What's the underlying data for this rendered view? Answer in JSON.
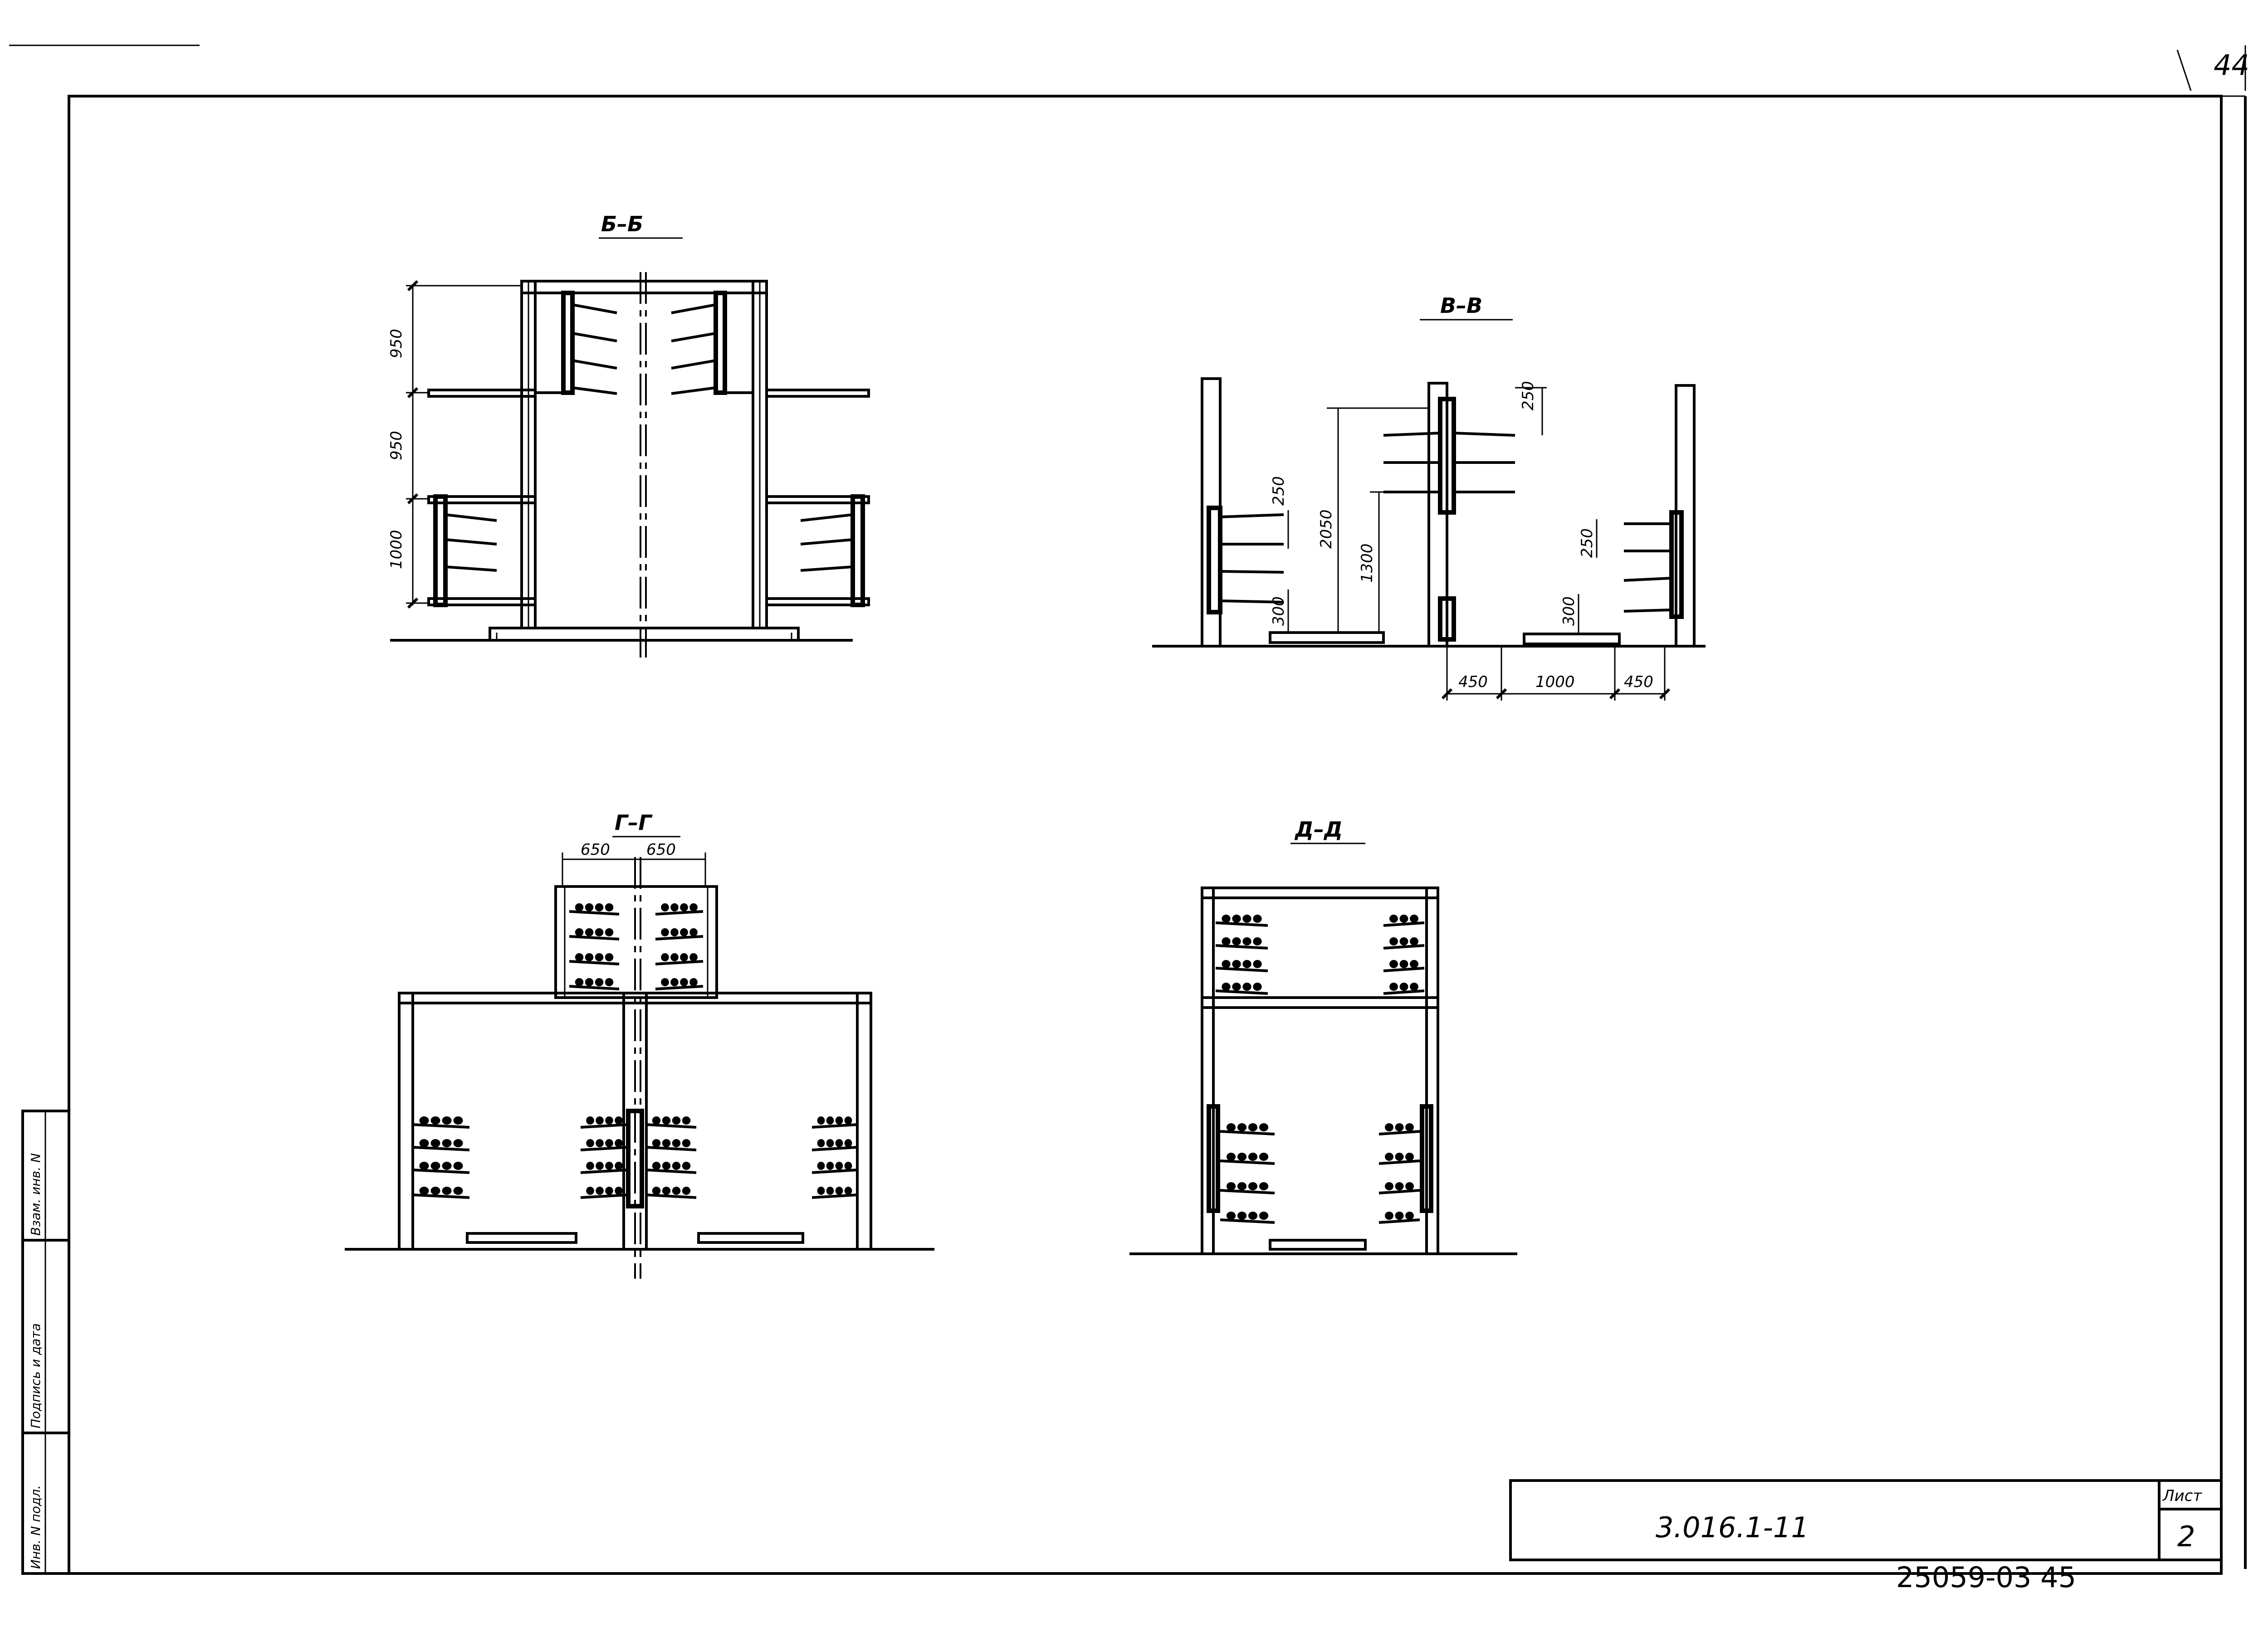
{
  "page_number": "44",
  "views": {
    "bb": {
      "title": "Б–Б",
      "dims": [
        "950",
        "950",
        "1000"
      ]
    },
    "vv": {
      "title": "В–В",
      "dims": [
        "250",
        "2050",
        "1300",
        "250",
        "300",
        "250",
        "300",
        "450",
        "1000",
        "450"
      ]
    },
    "gg": {
      "title": "Г–Г",
      "dims": [
        "650",
        "650"
      ]
    },
    "dd": {
      "title": "Д–Д"
    }
  },
  "title_block": {
    "doc_number": "3.016.1-11",
    "sheet_label": "Лист",
    "sheet_number": "2"
  },
  "side_stamp": {
    "col1": "Инв. N подл.",
    "col2": "Подпись и дата",
    "col3": "Взам. инв. N"
  },
  "footer_code": "25059-03  45"
}
